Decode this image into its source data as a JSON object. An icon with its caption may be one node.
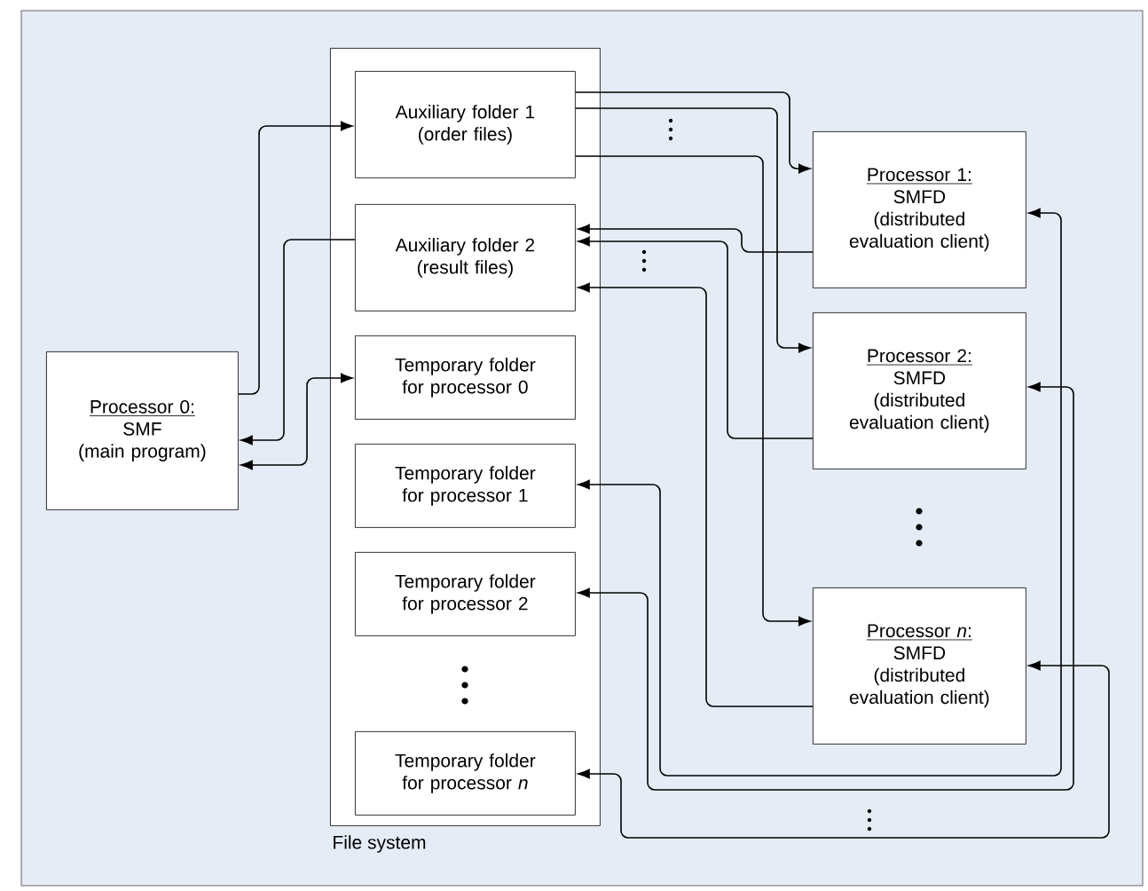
{
  "diagram": {
    "nodes": [
      {
        "text": [
          "File system"
        ]
      },
      {
        "text": [
          "Auxiliary folder 1",
          "(order files)"
        ],
        "in": 0
      },
      {
        "text": [
          "Auxiliary folder 2",
          "(result files)"
        ],
        "in": 0
      },
      {
        "text": [
          "Temporary folder for processor 0"
        ],
        "in": 0
      },
      {
        "text": [
          "Temporary folder for processor 1"
        ],
        "in": 0
      },
      {
        "text": [
          "Temporary folder for processor 2"
        ],
        "in": 0
      },
      {
        "text": [
          "Temporary folder for processor *n*"
        ],
        "in": 0
      },
      {
        "text": [
          "Processor 0:",
          "SMF",
          "(main program)"
        ]
      },
      {
        "text": [
          "Processor 1:",
          "SMFD",
          "(distributed evaluation client)"
        ]
      },
      {
        "text": [
          "Processor 2:",
          "SMFD",
          "(distributed evaluation client)"
        ]
      },
      {
        "text": [
          "Processor *n*:",
          "SMFD",
          "(distributed evaluation client)"
        ]
      }
    ],
    "edges": [
      {
        "from": 7,
        "to": 1,
        "arrow": "to"
      },
      {
        "from": 2,
        "to": 7,
        "arrow": "to"
      },
      {
        "from": 7,
        "to": 3,
        "arrow": "both"
      },
      {
        "from": 1,
        "to": 8,
        "arrow": "to"
      },
      {
        "from": 1,
        "to": 9,
        "arrow": "to"
      },
      {
        "from": 1,
        "to": 10,
        "arrow": "to"
      },
      {
        "from": 8,
        "to": 2,
        "arrow": "to"
      },
      {
        "from": 9,
        "to": 2,
        "arrow": "to"
      },
      {
        "from": 10,
        "to": 2,
        "arrow": "to"
      },
      {
        "from": 4,
        "to": 8,
        "arrow": "both"
      },
      {
        "from": 5,
        "to": 9,
        "arrow": "both"
      },
      {
        "from": 6,
        "to": 10,
        "arrow": "both"
      }
    ]
  }
}
